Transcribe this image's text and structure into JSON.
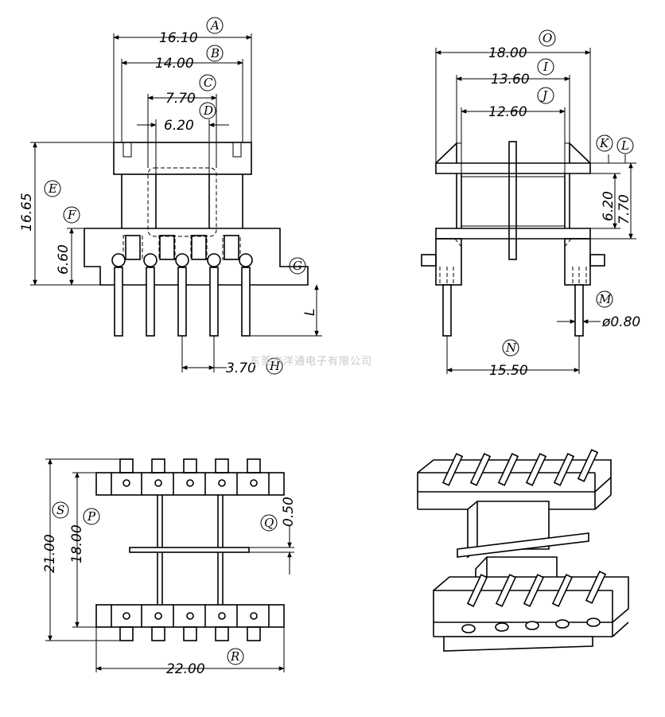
{
  "dimensions": {
    "A": "16.10",
    "B": "14.00",
    "C": "7.70",
    "D": "6.20",
    "E": "16.65",
    "F": "6.60",
    "H": "3.70",
    "O": "18.00",
    "I": "13.60",
    "J": "12.60",
    "K": "6.20",
    "L": "7.70",
    "M": "ø0.80",
    "N": "15.50",
    "S": "21.00",
    "P": "18.00",
    "Q": "0.50",
    "R": "22.00"
  },
  "letters": {
    "A": "A",
    "B": "B",
    "C": "C",
    "D": "D",
    "E": "E",
    "F": "F",
    "G": "G",
    "H": "H",
    "I": "I",
    "J": "J",
    "K": "K",
    "L": "L",
    "M": "M",
    "N": "N",
    "O": "O",
    "P": "P",
    "Q": "Q",
    "R": "R",
    "S": "S"
  },
  "pin_length_label": "L",
  "watermark": "东莞市洋通电子有限公司"
}
